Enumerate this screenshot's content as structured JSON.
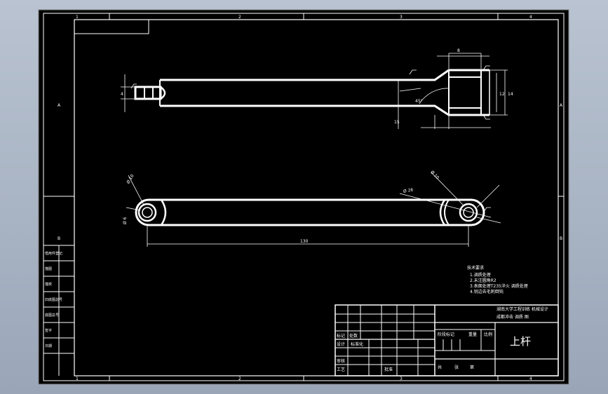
{
  "drawing": {
    "zone_numbers_top": [
      "1",
      "2",
      "3",
      "4"
    ],
    "zone_numbers_bottom": [
      "1",
      "2",
      "3",
      "4"
    ],
    "zone_letters_left": [
      "A",
      "B"
    ],
    "zone_letters_right": [
      "A",
      "B"
    ]
  },
  "dimensions": {
    "top_view": {
      "width_top": "8",
      "height_right_1": "12",
      "height_right_2": "14",
      "left": "4",
      "angle": "45°",
      "bottom": "15"
    },
    "front_view": {
      "overall_length": "130",
      "left_dia": "Ø 10",
      "left_hole": "Ø 6",
      "right_dia": "Ø 10",
      "right_r": "Ø 26"
    }
  },
  "notes": {
    "title": "技术要求",
    "lines": [
      "1.调质处理",
      "2.未注圆角R2",
      "3.表面处理T235淬火 调质处理",
      "4.锐边去毛刺倒钝"
    ]
  },
  "title_block": {
    "school_line1": "湖南大学工程训练 机械设计",
    "school_line2": "成都冲击 调质 图",
    "part_name": "上杆",
    "labels": {
      "biaoji": "标记",
      "chushu": "处数",
      "sheji": "设计",
      "shenhe": "审核",
      "gongyi": "工艺",
      "biaozhun": "标准化",
      "pizhun": "批准",
      "jieduan": "阶段标记",
      "zhongliang": "重量",
      "bili": "比例",
      "gong": "共",
      "zhang": "张",
      "di": "第"
    }
  },
  "side_table": {
    "rows": [
      "借用件登记",
      "描图",
      "描校",
      "旧底图总号",
      "底图总号",
      "签字",
      "日期"
    ]
  }
}
